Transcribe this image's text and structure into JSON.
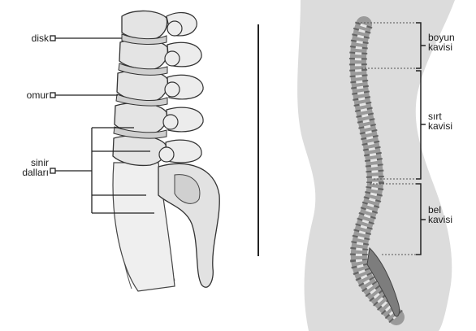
{
  "left_labels": {
    "disk": "disk",
    "omur": "omur",
    "sinir_line1": "sinir",
    "sinir_line2": "dalları"
  },
  "right_labels": {
    "boyun_line1": "boyun",
    "boyun_line2": "kavisi",
    "sirt_line1": "sırt",
    "sirt_line2": "kavisi",
    "bel_line1": "bel",
    "bel_line2": "kavisi"
  },
  "colors": {
    "bone_fill": "#e6e6e6",
    "bone_outline": "#333333",
    "silhouette": "#d9d9d9",
    "line": "#222222"
  }
}
